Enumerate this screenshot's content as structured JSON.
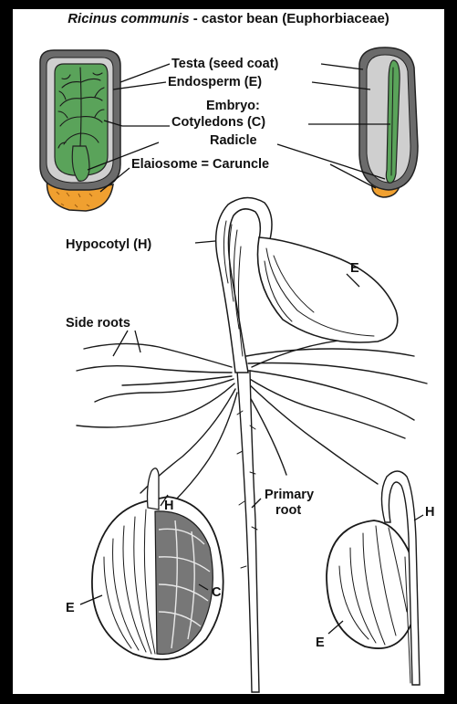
{
  "title": {
    "scientific_name": "Ricinus communis",
    "rest": " - castor bean (Euphorbiaceae)"
  },
  "labels": {
    "testa": "Testa (seed coat)",
    "endosperm": "Endosperm (E)",
    "embryo": "Embryo:",
    "cotyledons": "Cotyledons (C)",
    "radicle": "Radicle",
    "elaiosome": "Elaiosome = Caruncle",
    "hypocotyl": "Hypocotyl (H)",
    "side_roots": "Side roots",
    "e_seedling": "E",
    "primary_root_1": "Primary",
    "primary_root_2": "root",
    "h_left": "H",
    "c_left": "C",
    "e_left": "E",
    "h_right": "H",
    "e_right": "E"
  },
  "colors": {
    "background": "#000000",
    "panel": "#ffffff",
    "testa": "#6b6b6b",
    "endosperm": "#cfcfcf",
    "embryo": "#5aa35a",
    "caruncle": "#f0a030",
    "ink": "#1a1a1a"
  }
}
